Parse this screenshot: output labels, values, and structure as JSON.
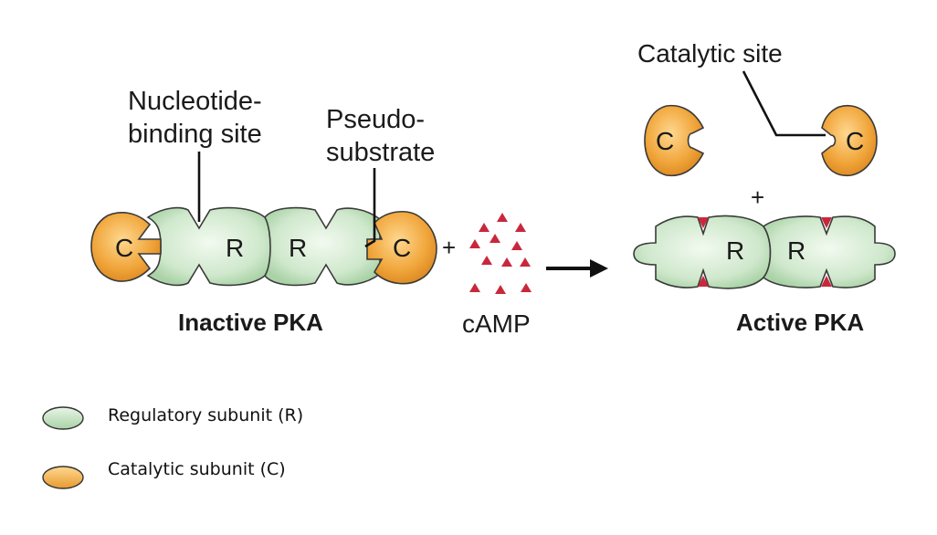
{
  "labels": {
    "nucleotide_binding_site_1": "Nucleotide-",
    "nucleotide_binding_site_2": "binding site",
    "pseudosubstrate_1": "Pseudo-",
    "pseudosubstrate_2": "substrate",
    "catalytic_site": "Catalytic site",
    "inactive_pka": "Inactive PKA",
    "camp": "cAMP",
    "active_pka": "Active PKA",
    "plus": "+",
    "r": "R",
    "c": "C"
  },
  "legend": {
    "regulatory": "Regulatory subunit (R)",
    "catalytic": "Catalytic subunit (C)"
  },
  "colors": {
    "regulatory_fill": "#cfe8cc",
    "catalytic_fill": "#f0a53a",
    "camp": "#c8283c"
  }
}
